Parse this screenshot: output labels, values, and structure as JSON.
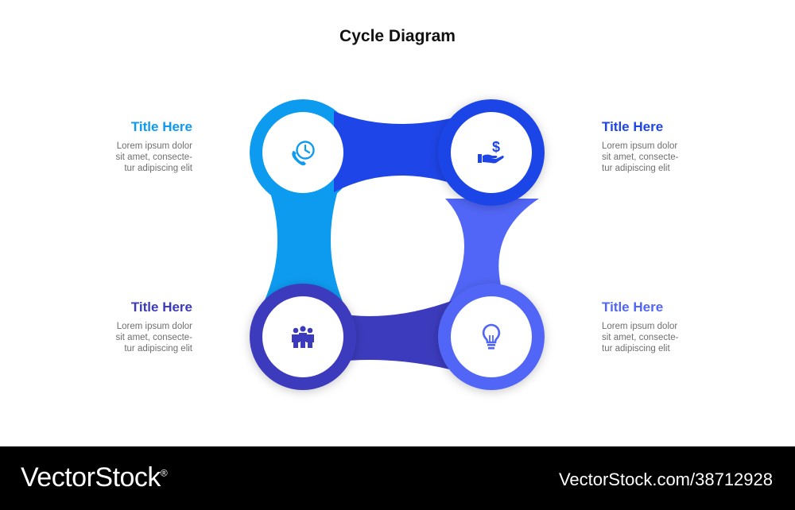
{
  "title": "Cycle Diagram",
  "colors": {
    "sky": "#0d9bf0",
    "royal": "#1e45e8",
    "indigo": "#3c3bbd",
    "periwinkle": "#5166f7"
  },
  "steps": [
    {
      "position": "top-left",
      "title": "Title Here",
      "color": "#0d9bf0",
      "icon": "clock-phone-icon",
      "lines": [
        "Lorem ipsum dolor",
        "sit amet, consecte-",
        "tur adipiscing elit"
      ]
    },
    {
      "position": "top-right",
      "title": "Title Here",
      "color": "#1e45e8",
      "icon": "money-hand-icon",
      "lines": [
        "Lorem ipsum dolor",
        "sit amet, consecte-",
        "tur adipiscing elit"
      ]
    },
    {
      "position": "bottom-left",
      "title": "Title Here",
      "color": "#3c3bbd",
      "icon": "team-icon",
      "lines": [
        "Lorem ipsum dolor",
        "sit amet, consecte-",
        "tur adipiscing elit"
      ]
    },
    {
      "position": "bottom-right",
      "title": "Title Here",
      "color": "#5166f7",
      "icon": "lightbulb-icon",
      "lines": [
        "Lorem ipsum dolor",
        "sit amet, consecte-",
        "tur adipiscing elit"
      ]
    }
  ],
  "footer": {
    "brand": "VectorStock",
    "registered": "®",
    "image_id": "VectorStock.com/38712928"
  }
}
